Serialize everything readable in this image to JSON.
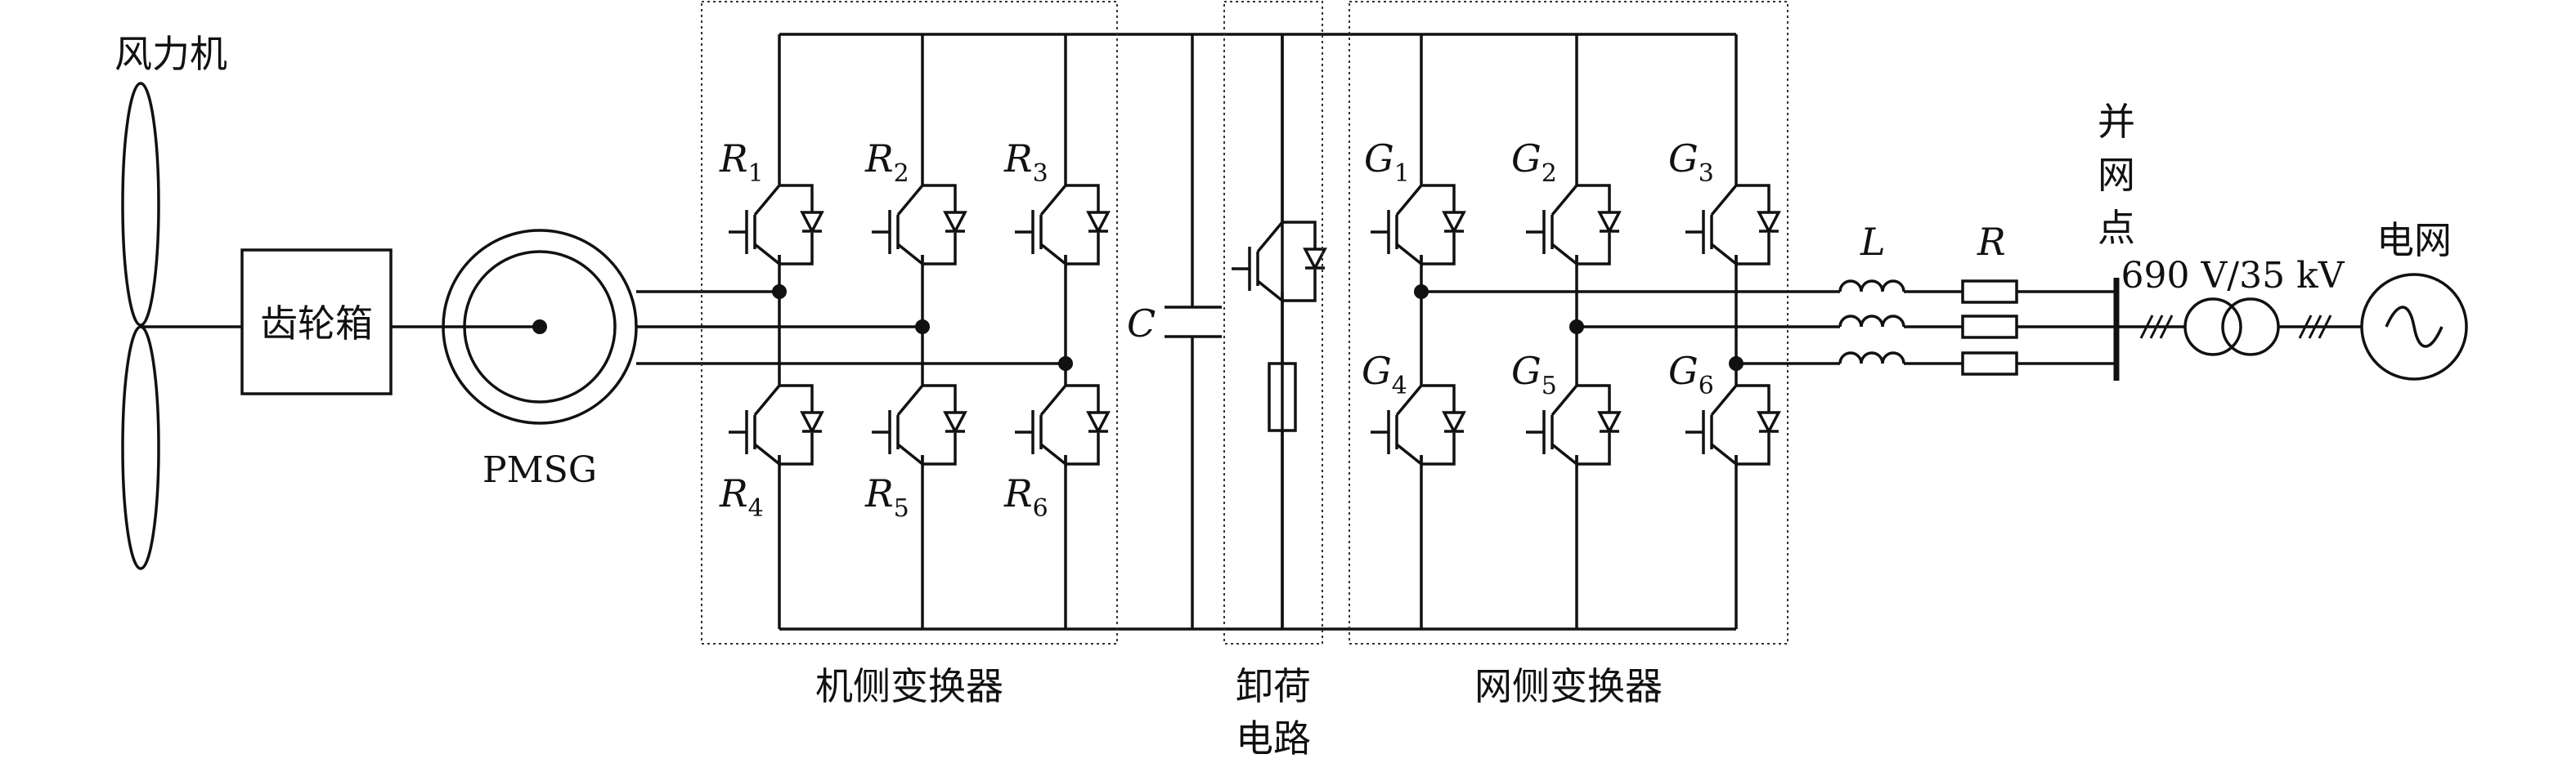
{
  "wind_turbine_label": "风力机",
  "gearbox_label": "齿轮箱",
  "generator_label": "PMSG",
  "capacitor_label": "C",
  "inductor_label": "L",
  "resistor_label": "R",
  "machine_side_converter_label": "机侧变换器",
  "dump_load_label_line1": "卸荷",
  "dump_load_label_line2": "电路",
  "grid_side_converter_label": "网侧变换器",
  "pcc_label_chars": [
    "并",
    "网",
    "点"
  ],
  "transformer_label": "690 V/35 kV",
  "grid_label": "电网",
  "machine_switches_top": [
    {
      "letter": "R",
      "index": "1"
    },
    {
      "letter": "R",
      "index": "2"
    },
    {
      "letter": "R",
      "index": "3"
    }
  ],
  "machine_switches_bottom": [
    {
      "letter": "R",
      "index": "4"
    },
    {
      "letter": "R",
      "index": "5"
    },
    {
      "letter": "R",
      "index": "6"
    }
  ],
  "grid_switches_top": [
    {
      "letter": "G",
      "index": "1"
    },
    {
      "letter": "G",
      "index": "2"
    },
    {
      "letter": "G",
      "index": "3"
    }
  ],
  "grid_switches_bottom": [
    {
      "letter": "G",
      "index": "4"
    },
    {
      "letter": "G",
      "index": "5"
    },
    {
      "letter": "G",
      "index": "6"
    }
  ]
}
